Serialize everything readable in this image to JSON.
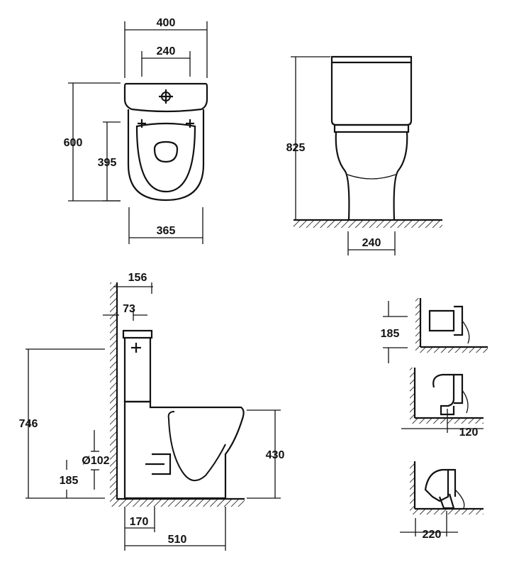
{
  "colors": {
    "line": "#111111",
    "background": "#ffffff"
  },
  "top_view": {
    "overall_width": "400",
    "inner_width": "240",
    "overall_depth": "600",
    "bowl_depth": "395",
    "base_width": "365"
  },
  "front_view": {
    "height": "825",
    "pedestal_width": "240"
  },
  "side_view": {
    "tank_offset": "156",
    "wall_gap": "73",
    "overall_height": "746",
    "outlet_diameter": "Ø102",
    "outlet_height": "185",
    "seat_height": "430",
    "outlet_distance": "170",
    "overall_length": "510"
  },
  "variants": {
    "horizontal_outlet_height": "185",
    "vertical_outlet_offset": "120",
    "angled_outlet_offset": "220"
  }
}
